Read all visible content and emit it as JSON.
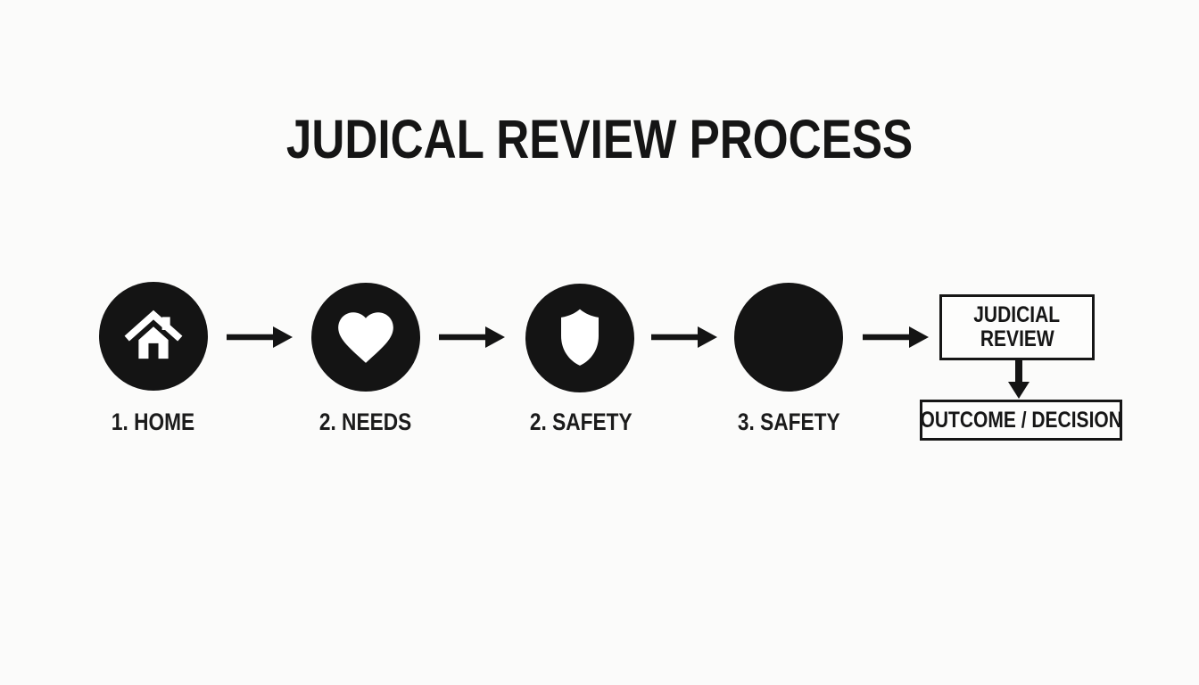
{
  "title": "JUDICAL REVIEW PROCESS",
  "colors": {
    "ink": "#151515",
    "background": "#fbfbfa",
    "circle_fill": "#141414",
    "icon_fill": "#ffffff"
  },
  "steps": [
    {
      "label": "1. HOME",
      "icon": "home-icon"
    },
    {
      "label": "2. NEEDS",
      "icon": "heart-icon"
    },
    {
      "label": "2. SAFETY",
      "icon": "shield-icon"
    },
    {
      "label": "3. SAFETY",
      "icon": "filled-circle-icon"
    }
  ],
  "judicial_review_box": {
    "line1": "JUDICIAL",
    "line2": "REVIEW"
  },
  "outcome_box": {
    "label": "OUTCOME / DECISION"
  }
}
